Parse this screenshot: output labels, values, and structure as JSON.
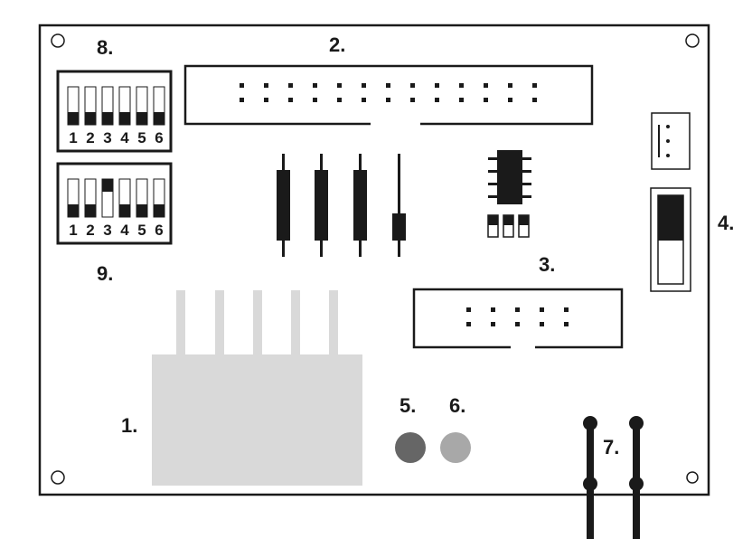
{
  "callouts": {
    "c1": "1.",
    "c2": "2.",
    "c3": "3.",
    "c4": "4.",
    "c5": "5.",
    "c6": "6.",
    "c7": "7.",
    "c8": "8.",
    "c9": "9."
  },
  "dip_switch_8": {
    "labels": [
      "1",
      "2",
      "3",
      "4",
      "5",
      "6"
    ],
    "positions": [
      "down",
      "down",
      "down",
      "down",
      "down",
      "down"
    ]
  },
  "dip_switch_9": {
    "labels": [
      "1",
      "2",
      "3",
      "4",
      "5",
      "6"
    ],
    "positions": [
      "down",
      "down",
      "up",
      "down",
      "down",
      "down"
    ]
  },
  "led_colors": {
    "led_5": "#666666",
    "led_6": "#a8a8a8"
  },
  "connector_color": "#d9d9d9",
  "line_color": "#1a1a1a"
}
